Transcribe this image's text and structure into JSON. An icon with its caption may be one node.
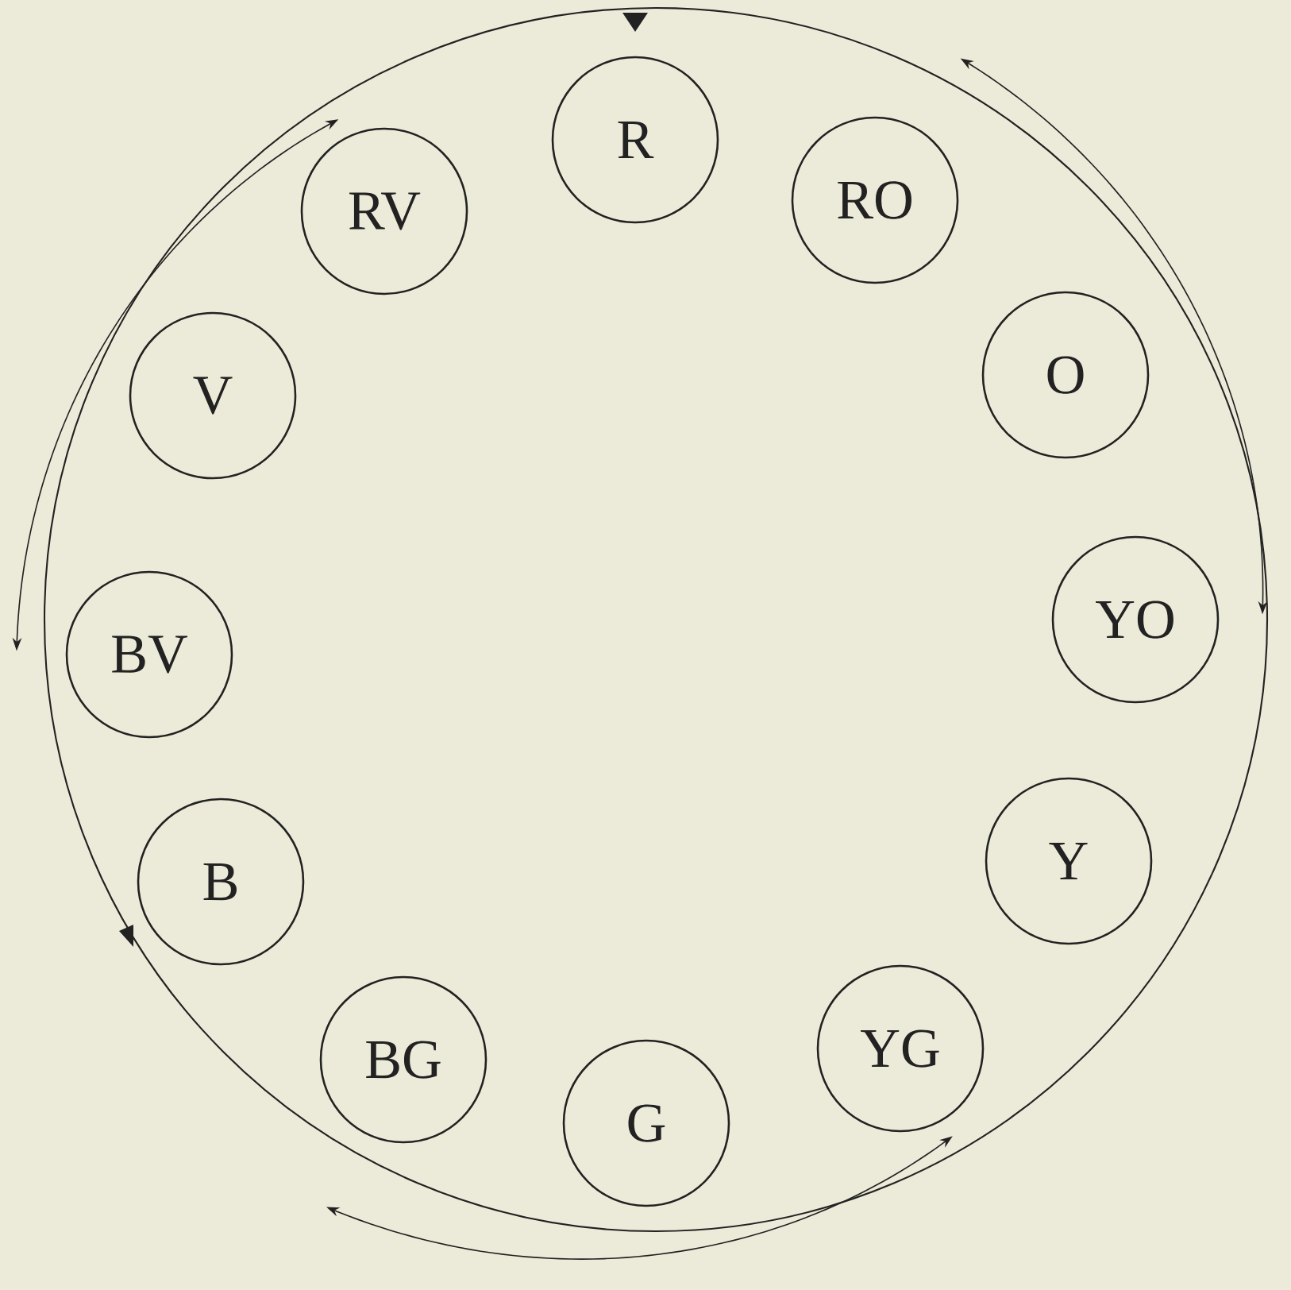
{
  "diagram": {
    "nodes": [
      {
        "text": [],
        "shape": "circle"
      },
      {
        "text": [
          "R"
        ],
        "in": 0
      },
      {
        "text": [
          "RO"
        ],
        "in": 0
      },
      {
        "text": [
          "O"
        ],
        "in": 0
      },
      {
        "text": [
          "YO"
        ],
        "in": 0
      },
      {
        "text": [
          "Y"
        ],
        "in": 0
      },
      {
        "text": [
          "YG"
        ],
        "in": 0
      },
      {
        "text": [
          "G"
        ],
        "in": 0
      },
      {
        "text": [
          "BG"
        ],
        "in": 0
      },
      {
        "text": [
          "B"
        ],
        "in": 0
      },
      {
        "text": [
          "BV"
        ],
        "in": 0
      },
      {
        "text": [
          "V"
        ],
        "in": 0
      },
      {
        "text": [
          "RV"
        ],
        "in": 0
      }
    ]
  }
}
